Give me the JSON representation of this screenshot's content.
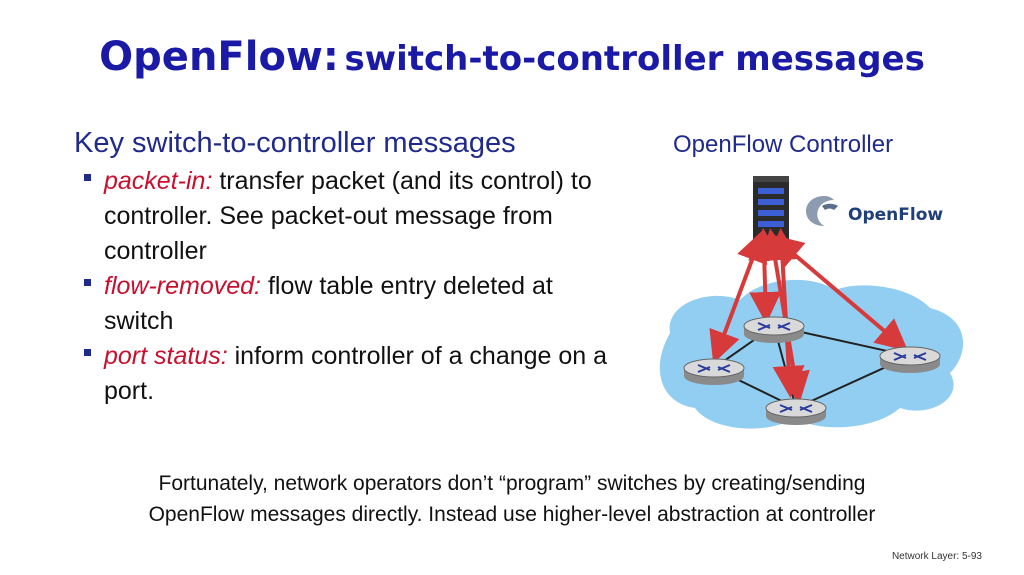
{
  "title": {
    "part1": "OpenFlow:",
    "part2": "switch-to-controller messages"
  },
  "subhead": "Key switch-to-controller messages",
  "bullets": [
    {
      "term": "packet-in:",
      "text": " transfer packet (and its control) to controller.  See packet-out message from controller"
    },
    {
      "term": "flow-removed:",
      "text": " flow table entry deleted at switch"
    },
    {
      "term": "port status:",
      "text": " inform controller of a change on a port."
    }
  ],
  "diagram": {
    "controller_label": "OpenFlow Controller",
    "logo_text": "OpenFlow",
    "arrow_color": "#d63a3a",
    "cloud_color": "#7fc6ef"
  },
  "footnote": {
    "line1": "Fortunately, network operators don’t “program” switches by creating/sending",
    "line2": "OpenFlow messages directly.  Instead use higher-level abstraction at controller"
  },
  "slide_number": "Network Layer: 5-93",
  "colors": {
    "title": "#1a1aa6",
    "accent_term": "#c8102e",
    "subhead": "#1f2a8a"
  }
}
